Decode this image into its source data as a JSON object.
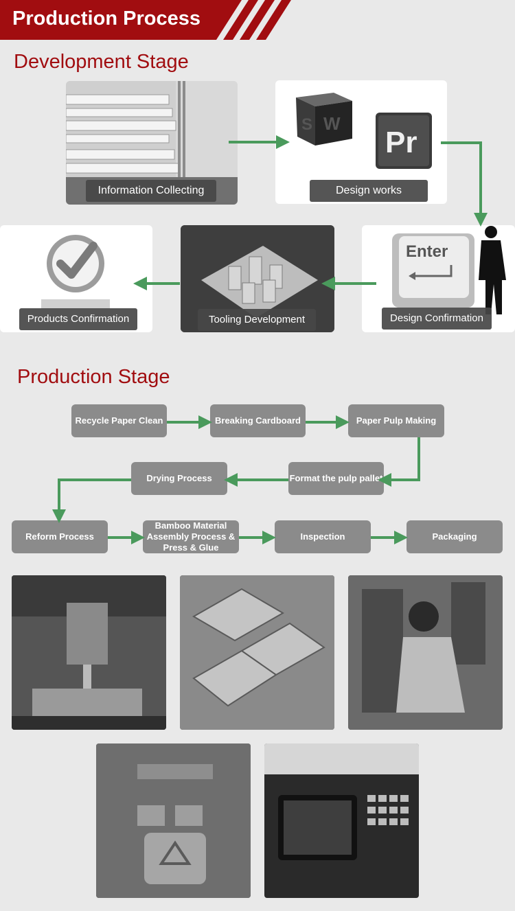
{
  "header": {
    "title": "Production Process"
  },
  "development": {
    "title": "Development Stage",
    "cards": {
      "information_collecting": "Information Collecting",
      "design_works": "Design works",
      "design_confirmation": "Design Confirmation",
      "tooling_development": "Tooling Development",
      "products_confirmation": "Products Confirmation"
    },
    "icons": {
      "sw_logo": "SW",
      "pr_logo": "Pr",
      "enter_key": "Enter"
    }
  },
  "production": {
    "title": "Production Stage",
    "steps": {
      "recycle_paper": "Recycle Paper Clean",
      "breaking_cardboard": "Breaking Cardboard",
      "paper_pulp": "Paper Pulp Making",
      "format_pulp": "Format the pulp pallet",
      "drying": "Drying Process",
      "reform": "Reform Process",
      "bamboo": "Bamboo Material Assembly Process & Press & Glue",
      "inspection": "Inspection",
      "packaging": "Packaging"
    }
  },
  "colors": {
    "brand_red": "#a10d10",
    "arrow_green": "#4a9a5c",
    "flow_box": "#8b8b8b"
  }
}
